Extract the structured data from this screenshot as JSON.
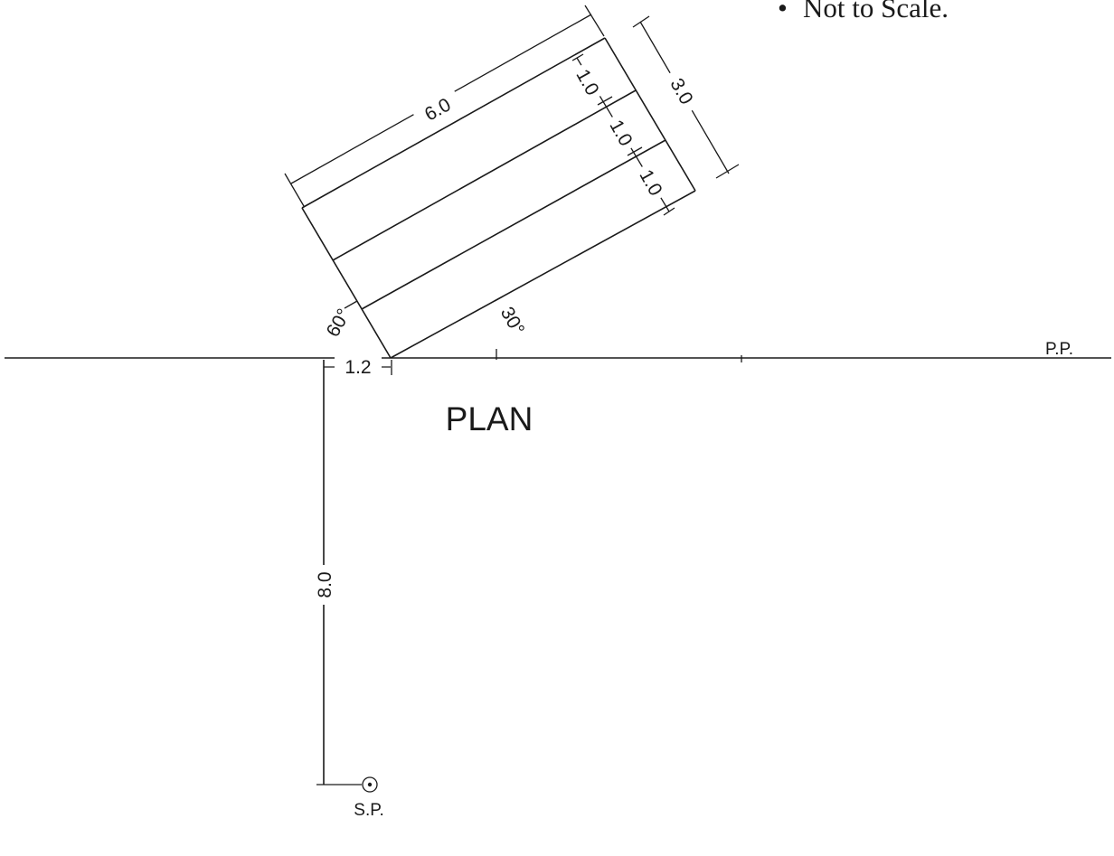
{
  "note": {
    "bullet": "•",
    "text": "Not to Scale."
  },
  "dimensions": {
    "length": "6.0",
    "width": "3.0",
    "division_1": "1.0",
    "division_2": "1.0",
    "division_3": "1.0",
    "offset": "1.2",
    "station_distance": "8.0"
  },
  "angles": {
    "left": "60°",
    "right": "30°"
  },
  "labels": {
    "picture_plane": "P.P.",
    "plan": "PLAN",
    "station_point": "S.P."
  }
}
